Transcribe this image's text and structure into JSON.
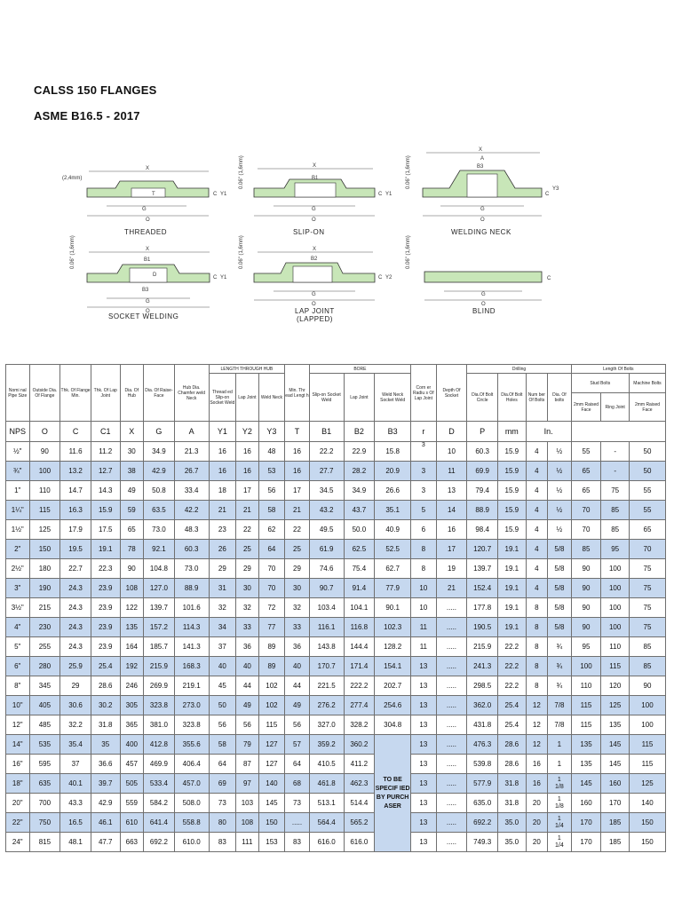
{
  "title": "CALSS 150 FLANGES",
  "subtitle": "ASME B16.5 - 2017",
  "drawings": {
    "threaded": {
      "label": "THREADED",
      "dims": [
        "X",
        "T",
        "C",
        "Y1",
        "G",
        "O"
      ],
      "note": "(2,4mm)"
    },
    "slip_on": {
      "label": "SLIP-ON",
      "dims": [
        "X",
        "B1",
        "C",
        "Y1",
        "G",
        "O"
      ],
      "note": "0.06\" (1,6mm)"
    },
    "welding_neck": {
      "label": "WELDING NECK",
      "dims": [
        "X",
        "A",
        "B3",
        "C",
        "Y3",
        "G",
        "O"
      ],
      "note": "0.06\" (1,6mm)"
    },
    "socket_welding": {
      "label": "SOCKET WELDING",
      "dims": [
        "X",
        "B1",
        "D",
        "C",
        "Y1",
        "B3",
        "G",
        "O"
      ],
      "note": "0.06\" (1,6mm)"
    },
    "lap_joint": {
      "label": "LAP JOINT",
      "label2": "(LAPPED)",
      "dims": [
        "X",
        "B2",
        "C",
        "Y2",
        "G",
        "O"
      ],
      "note": "0.06\" (1,6mm)"
    },
    "blind": {
      "label": "BLIND",
      "dims": [
        "C",
        "G",
        "O"
      ],
      "note": "0.06\" (1,6mm)"
    }
  },
  "table": {
    "header": {
      "nominal": "Nomi nal Pipe Size",
      "od": "Outside Dia. Of Flange",
      "thk_min": "Thk. Of Flange Min.",
      "thk_lap": "Thk. Of Lap Joint",
      "dia_hub": "Dia. Of Hub",
      "raise": "Dia. Of Raise- Face",
      "hub_chamfer": "Hub Dia. Chamfer weld Neck",
      "length_group": "LENGTH THROUGH HUB",
      "thread": "Thread ed Slip-on Socket Weld",
      "lap": "Lap Joint",
      "weld_neck": "Weld Neck",
      "min_thread": "Min. Thr ead Lengt h",
      "bore_group": "BORE",
      "bore_slip": "Slip-on Socket Weld",
      "bore_lap": "Lap Joint",
      "bore_weld": "Weld Neck Socket Weld",
      "corner": "Corn er Radiu s Of Lap Joint",
      "depth": "Depth Of Socket",
      "drilling_group": "Drilling",
      "bolt_circle": "Dia.Of Bolt Circle",
      "bolt_holes": "Dia.Of Bolt Holes",
      "num_bolts": "Num ber Of Bolts",
      "dia_bolts": "Dia. Of bolts",
      "length_bolts_group": "Length Of Bolts",
      "stud_bolts": "Stud Bolts",
      "machine_bolts": "Machine Bolts",
      "raised_face": "2mm Raised Face",
      "ring_joint": "Ring Joint",
      "machine_raised": "2mm Raised Face"
    },
    "symbols": [
      "NPS",
      "O",
      "C",
      "C1",
      "X",
      "G",
      "A",
      "Y1",
      "Y2",
      "Y3",
      "T",
      "B1",
      "B2",
      "B3",
      "r",
      "D",
      "P",
      "mm",
      "In."
    ],
    "r_annotation": "3",
    "spec_note": "TO BE SPECIF IED BY PURCH ASER",
    "rows": [
      [
        "½\"",
        "90",
        "11.6",
        "11.2",
        "30",
        "34.9",
        "21.3",
        "16",
        "16",
        "48",
        "16",
        "22.2",
        "22.9",
        "15.8",
        "",
        "10",
        "60.3",
        "15.9",
        "4",
        "½",
        "55",
        "-",
        "50"
      ],
      [
        "¾\"",
        "100",
        "13.2",
        "12.7",
        "38",
        "42.9",
        "26.7",
        "16",
        "16",
        "53",
        "16",
        "27.7",
        "28.2",
        "20.9",
        "3",
        "11",
        "69.9",
        "15.9",
        "4",
        "½",
        "65",
        "-",
        "50"
      ],
      [
        "1\"",
        "110",
        "14.7",
        "14.3",
        "49",
        "50.8",
        "33.4",
        "18",
        "17",
        "56",
        "17",
        "34.5",
        "34.9",
        "26.6",
        "3",
        "13",
        "79.4",
        "15.9",
        "4",
        "½",
        "65",
        "75",
        "55"
      ],
      [
        "1¼\"",
        "115",
        "16.3",
        "15.9",
        "59",
        "63.5",
        "42.2",
        "21",
        "21",
        "58",
        "21",
        "43.2",
        "43.7",
        "35.1",
        "5",
        "14",
        "88.9",
        "15.9",
        "4",
        "½",
        "70",
        "85",
        "55"
      ],
      [
        "1½\"",
        "125",
        "17.9",
        "17.5",
        "65",
        "73.0",
        "48.3",
        "23",
        "22",
        "62",
        "22",
        "49.5",
        "50.0",
        "40.9",
        "6",
        "16",
        "98.4",
        "15.9",
        "4",
        "½",
        "70",
        "85",
        "65"
      ],
      [
        "2\"",
        "150",
        "19.5",
        "19.1",
        "78",
        "92.1",
        "60.3",
        "26",
        "25",
        "64",
        "25",
        "61.9",
        "62.5",
        "52.5",
        "8",
        "17",
        "120.7",
        "19.1",
        "4",
        "5/8",
        "85",
        "95",
        "70"
      ],
      [
        "2½\"",
        "180",
        "22.7",
        "22.3",
        "90",
        "104.8",
        "73.0",
        "29",
        "29",
        "70",
        "29",
        "74.6",
        "75.4",
        "62.7",
        "8",
        "19",
        "139.7",
        "19.1",
        "4",
        "5/8",
        "90",
        "100",
        "75"
      ],
      [
        "3\"",
        "190",
        "24.3",
        "23.9",
        "108",
        "127.0",
        "88.9",
        "31",
        "30",
        "70",
        "30",
        "90.7",
        "91.4",
        "77.9",
        "10",
        "21",
        "152.4",
        "19.1",
        "4",
        "5/8",
        "90",
        "100",
        "75"
      ],
      [
        "3½\"",
        "215",
        "24.3",
        "23.9",
        "122",
        "139.7",
        "101.6",
        "32",
        "32",
        "72",
        "32",
        "103.4",
        "104.1",
        "90.1",
        "10",
        ".....",
        "177.8",
        "19.1",
        "8",
        "5/8",
        "90",
        "100",
        "75"
      ],
      [
        "4\"",
        "230",
        "24.3",
        "23.9",
        "135",
        "157.2",
        "114.3",
        "34",
        "33",
        "77",
        "33",
        "116.1",
        "116.8",
        "102.3",
        "11",
        ".....",
        "190.5",
        "19.1",
        "8",
        "5/8",
        "90",
        "100",
        "75"
      ],
      [
        "5\"",
        "255",
        "24.3",
        "23.9",
        "164",
        "185.7",
        "141.3",
        "37",
        "36",
        "89",
        "36",
        "143.8",
        "144.4",
        "128.2",
        "11",
        ".....",
        "215.9",
        "22.2",
        "8",
        "¾",
        "95",
        "110",
        "85"
      ],
      [
        "6\"",
        "280",
        "25.9",
        "25.4",
        "192",
        "215.9",
        "168.3",
        "40",
        "40",
        "89",
        "40",
        "170.7",
        "171.4",
        "154.1",
        "13",
        ".....",
        "241.3",
        "22.2",
        "8",
        "¾",
        "100",
        "115",
        "85"
      ],
      [
        "8\"",
        "345",
        "29",
        "28.6",
        "246",
        "269.9",
        "219.1",
        "45",
        "44",
        "102",
        "44",
        "221.5",
        "222.2",
        "202.7",
        "13",
        ".....",
        "298.5",
        "22.2",
        "8",
        "¾",
        "110",
        "120",
        "90"
      ],
      [
        "10\"",
        "405",
        "30.6",
        "30.2",
        "305",
        "323.8",
        "273.0",
        "50",
        "49",
        "102",
        "49",
        "276.2",
        "277.4",
        "254.6",
        "13",
        ".....",
        "362.0",
        "25.4",
        "12",
        "7/8",
        "115",
        "125",
        "100"
      ],
      [
        "12\"",
        "485",
        "32.2",
        "31.8",
        "365",
        "381.0",
        "323.8",
        "56",
        "56",
        "115",
        "56",
        "327.0",
        "328.2",
        "304.8",
        "13",
        ".....",
        "431.8",
        "25.4",
        "12",
        "7/8",
        "115",
        "135",
        "100"
      ],
      [
        "14\"",
        "535",
        "35.4",
        "35",
        "400",
        "412.8",
        "355.6",
        "58",
        "79",
        "127",
        "57",
        "359.2",
        "360.2",
        "",
        "13",
        ".....",
        "476.3",
        "28.6",
        "12",
        "1",
        "135",
        "145",
        "115"
      ],
      [
        "16\"",
        "595",
        "37",
        "36.6",
        "457",
        "469.9",
        "406.4",
        "64",
        "87",
        "127",
        "64",
        "410.5",
        "411.2",
        "",
        "13",
        ".....",
        "539.8",
        "28.6",
        "16",
        "1",
        "135",
        "145",
        "115"
      ],
      [
        "18\"",
        "635",
        "40.1",
        "39.7",
        "505",
        "533.4",
        "457.0",
        "69",
        "97",
        "140",
        "68",
        "461.8",
        "462.3",
        "",
        "13",
        ".....",
        "577.9",
        "31.8",
        "16",
        "1 1/8",
        "145",
        "160",
        "125"
      ],
      [
        "20\"",
        "700",
        "43.3",
        "42.9",
        "559",
        "584.2",
        "508.0",
        "73",
        "103",
        "145",
        "73",
        "513.1",
        "514.4",
        "",
        "13",
        ".....",
        "635.0",
        "31.8",
        "20",
        "1 1/8",
        "160",
        "170",
        "140"
      ],
      [
        "22\"",
        "750",
        "16.5",
        "46.1",
        "610",
        "641.4",
        "558.8",
        "80",
        "108",
        "150",
        ".....",
        "564.4",
        "565.2",
        "",
        "13",
        ".....",
        "692.2",
        "35.0",
        "20",
        "1 1/4",
        "170",
        "185",
        "150"
      ],
      [
        "24\"",
        "815",
        "48.1",
        "47.7",
        "663",
        "692.2",
        "610.0",
        "83",
        "111",
        "153",
        "83",
        "616.0",
        "616.0",
        "",
        "13",
        ".....",
        "749.3",
        "35.0",
        "20",
        "1 1/4",
        "170",
        "185",
        "150"
      ]
    ]
  },
  "colors": {
    "fill": "#c8e6b8",
    "row_alt": "#c6d8ef",
    "border": "#6f6f6f"
  }
}
